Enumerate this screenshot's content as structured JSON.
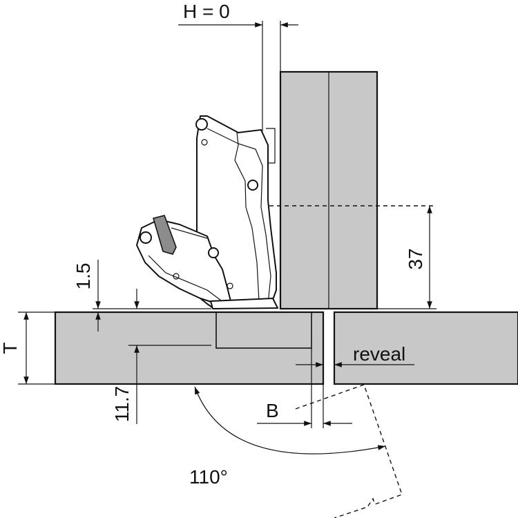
{
  "colors": {
    "panel_fill": "#c8c8c8",
    "line": "#111111",
    "lever_fill": "#8c8c8c",
    "background": "#ffffff"
  },
  "labels": {
    "overlay": "H = 0",
    "cup_height": "37",
    "gap_top": "1.5",
    "thickness": "T",
    "reveal": "reveal",
    "cup_depth": "11.7",
    "bore_distance": "B",
    "opening_angle": "110°"
  }
}
